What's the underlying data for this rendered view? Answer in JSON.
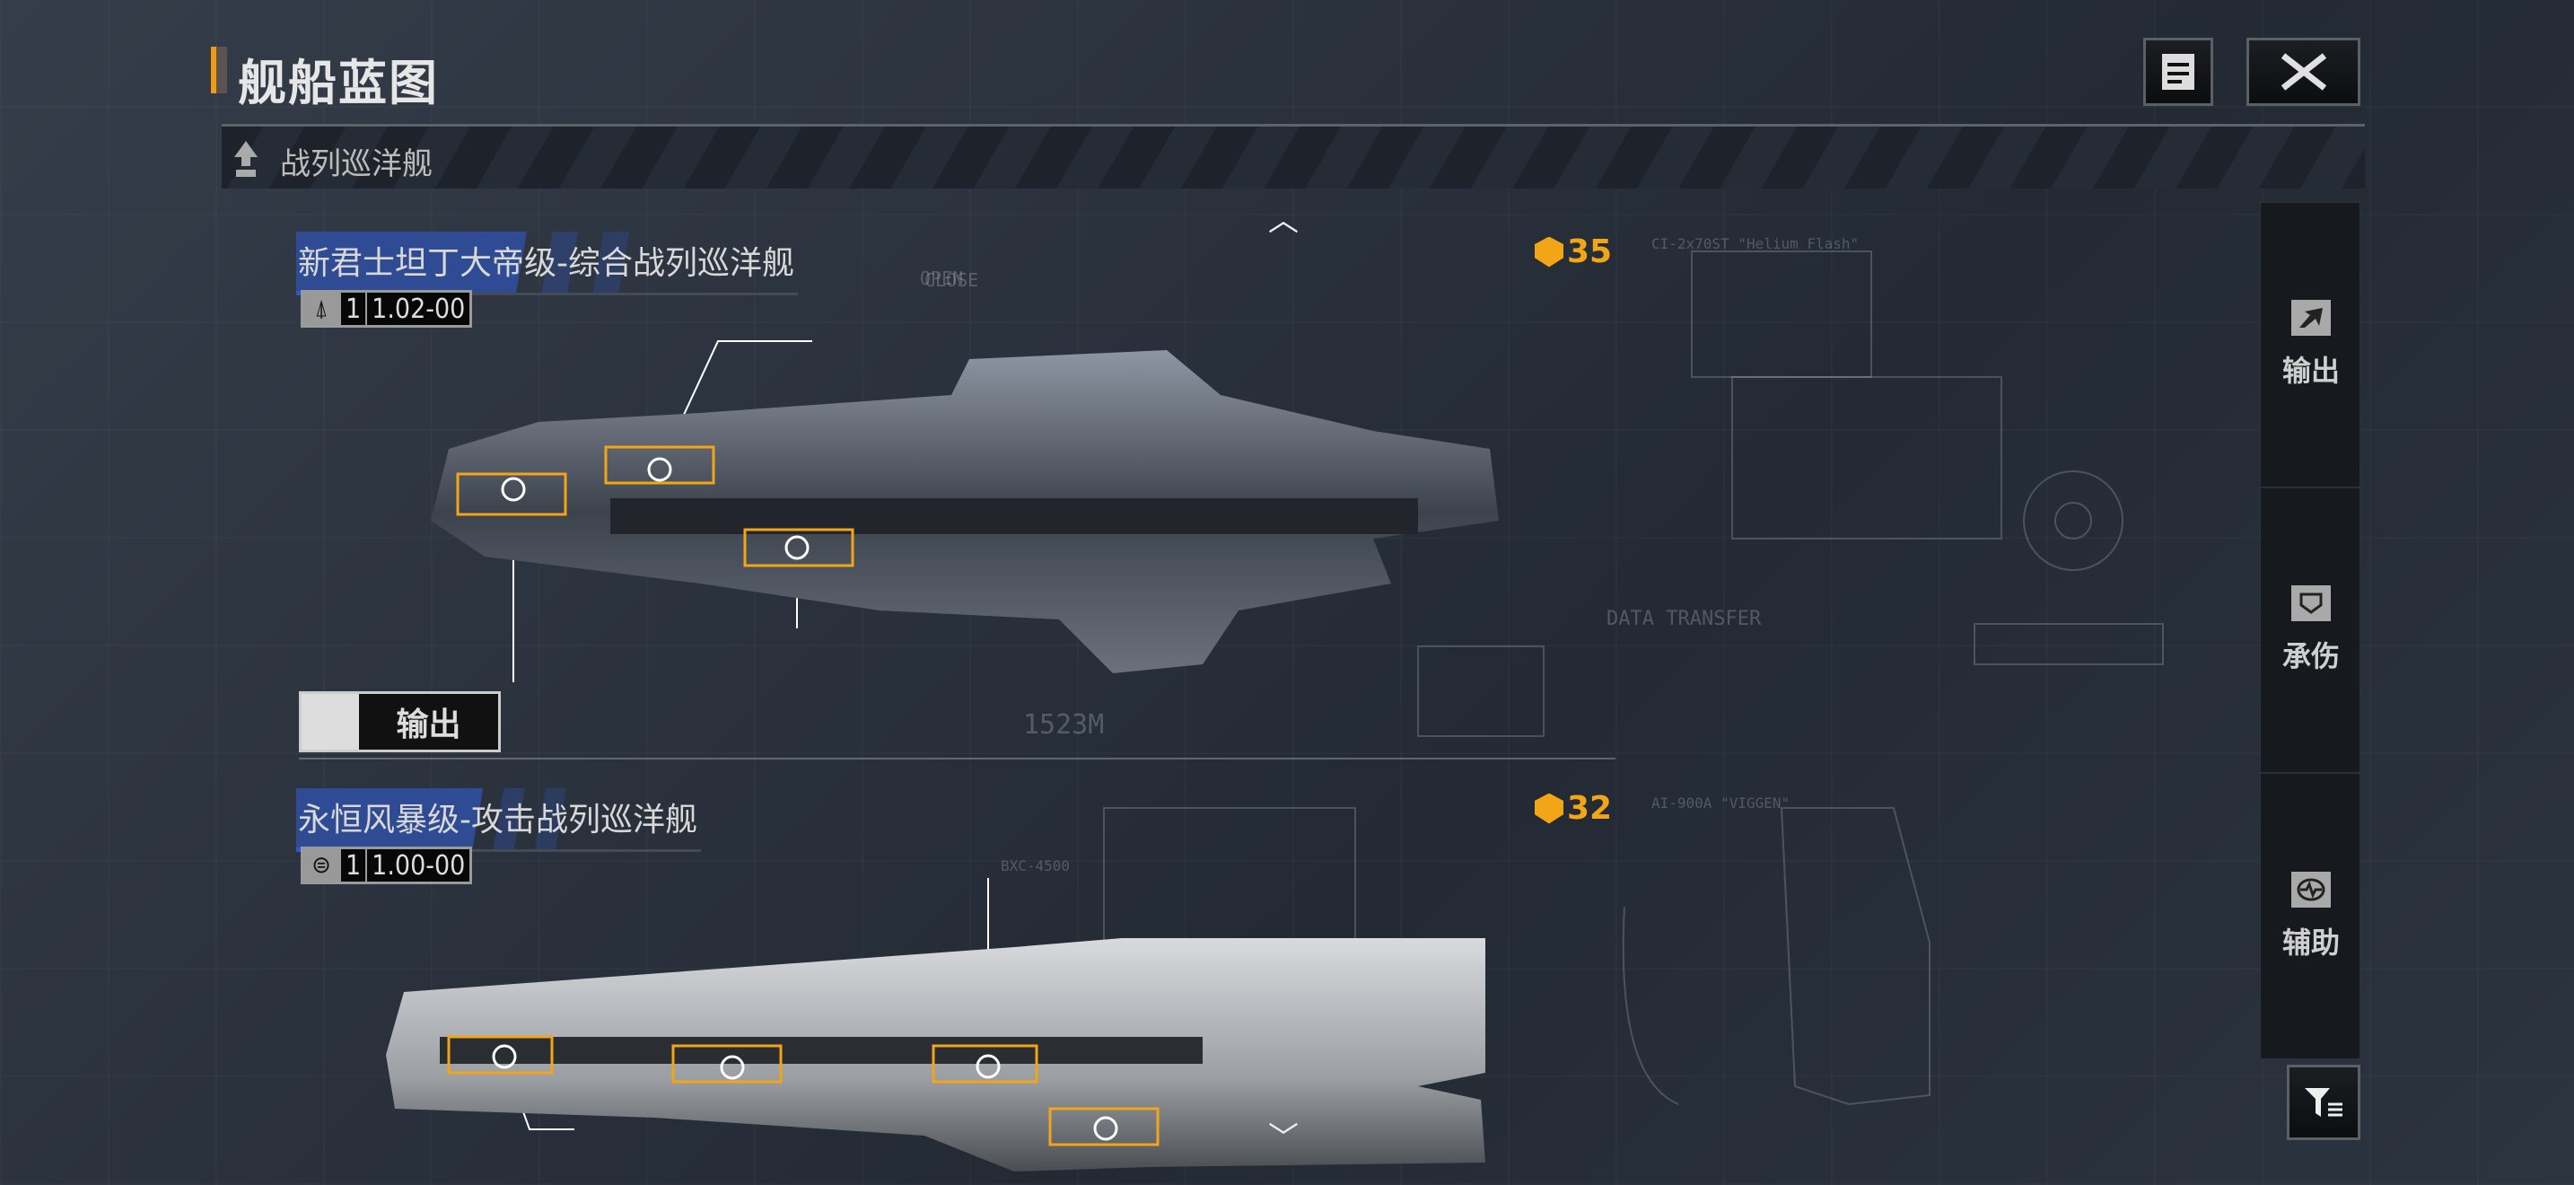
{
  "header": {
    "title": "舰船蓝图"
  },
  "tab": {
    "label": "战列巡洋舰"
  },
  "buttons": {
    "notes_icon": "document-icon",
    "close_icon": "close-icon",
    "filter_icon": "filter-icon"
  },
  "sidebar": {
    "items": [
      {
        "label": "输出",
        "icon": "arrow-up-right-icon"
      },
      {
        "label": "承伤",
        "icon": "shield-icon"
      },
      {
        "label": "辅助",
        "icon": "heartbeat-icon"
      }
    ]
  },
  "ships": [
    {
      "name": "新君士坦丁大帝级-综合战列巡洋舰",
      "count": "1",
      "version": "1.02-00",
      "score": "35",
      "role": "输出",
      "length": "1523M"
    },
    {
      "name": "永恒风暴级-攻击战列巡洋舰",
      "count": "1",
      "version": "1.00-00",
      "score": "32"
    }
  ],
  "blueprint_text": {
    "data_transfer": "DATA TRANSFER",
    "open": "OPEN",
    "close": "CLOSE",
    "weapon_a": "CI-2x70ST \"Helium Flash\"",
    "weapon_b": "AI-900A \"VIGGEN\"",
    "weapon_c": "BXC-4500"
  },
  "colors": {
    "accent": "#f2a516",
    "name_bar": "#2f4b93"
  }
}
